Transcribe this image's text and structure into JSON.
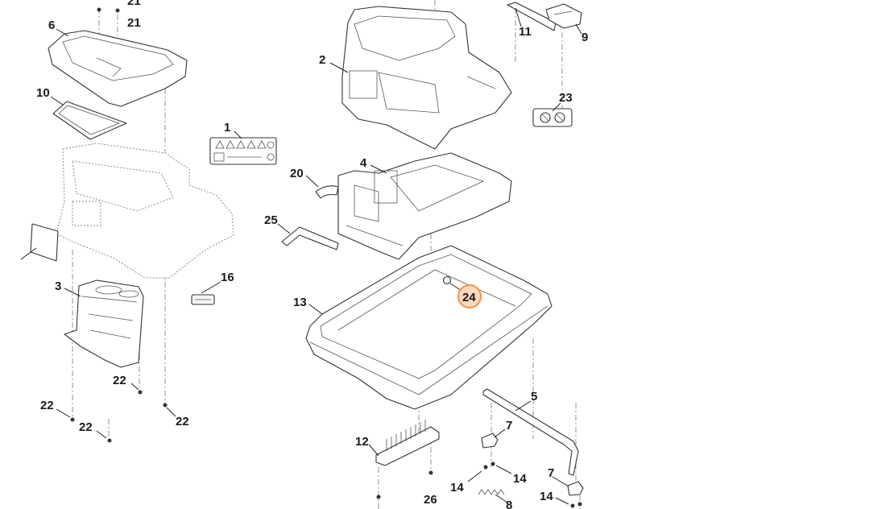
{
  "parts": [
    {
      "id": "p1",
      "label": "1"
    },
    {
      "id": "p2",
      "label": "2"
    },
    {
      "id": "p3",
      "label": "3"
    },
    {
      "id": "p4",
      "label": "4"
    },
    {
      "id": "p5",
      "label": "5"
    },
    {
      "id": "p6",
      "label": "6"
    },
    {
      "id": "p7a",
      "label": "7"
    },
    {
      "id": "p7b",
      "label": "7"
    },
    {
      "id": "p8",
      "label": "8"
    },
    {
      "id": "p9",
      "label": "9"
    },
    {
      "id": "p10",
      "label": "10"
    },
    {
      "id": "p11",
      "label": "11"
    },
    {
      "id": "p12",
      "label": "12"
    },
    {
      "id": "p13",
      "label": "13"
    },
    {
      "id": "p14a",
      "label": "14"
    },
    {
      "id": "p14b",
      "label": "14"
    },
    {
      "id": "p14c",
      "label": "14"
    },
    {
      "id": "p16",
      "label": "16"
    },
    {
      "id": "p20",
      "label": "20"
    },
    {
      "id": "p21a",
      "label": "21"
    },
    {
      "id": "p21b",
      "label": "21"
    },
    {
      "id": "p22a",
      "label": "22"
    },
    {
      "id": "p22b",
      "label": "22"
    },
    {
      "id": "p22c",
      "label": "22"
    },
    {
      "id": "p22d",
      "label": "22"
    },
    {
      "id": "p23",
      "label": "23"
    },
    {
      "id": "p24",
      "label": "24"
    },
    {
      "id": "p25",
      "label": "25"
    },
    {
      "id": "p26",
      "label": "26"
    }
  ],
  "highlight": {
    "part": "24",
    "color": "#f0914a",
    "fill": "#fbd9bd"
  }
}
